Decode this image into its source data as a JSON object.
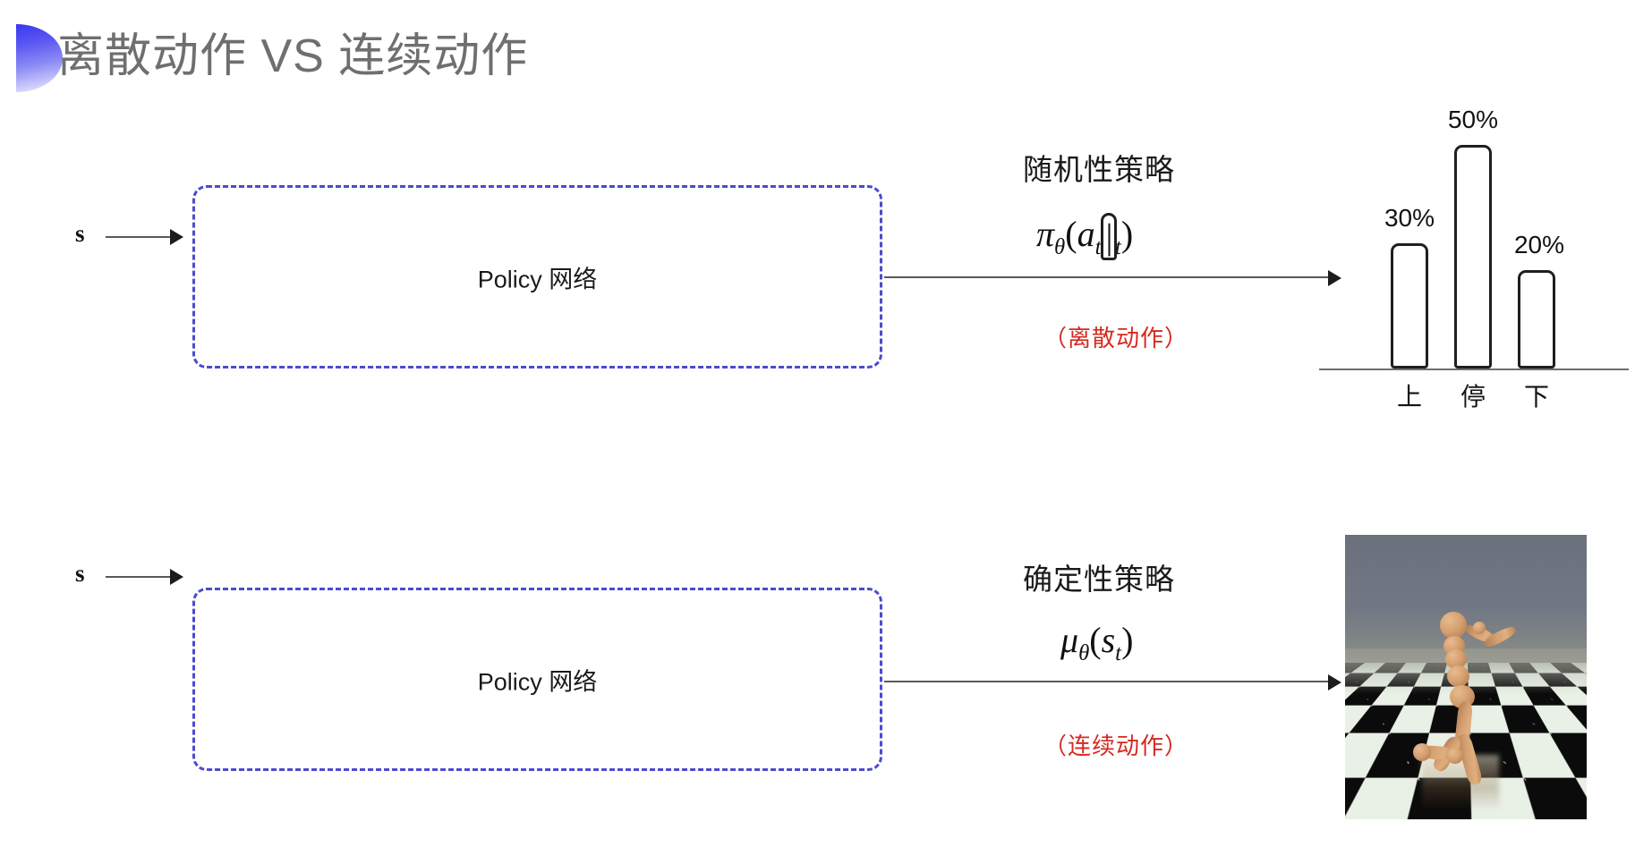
{
  "slide": {
    "title": "离散动作 VS 连续动作",
    "bullet_icon": "half-circle-gradient-icon",
    "title_color": "#6f6f6f",
    "accent_color": "#4b4bd0",
    "highlight_color": "#d42a20",
    "background": "#ffffff"
  },
  "rows": [
    {
      "input_label": "s",
      "box_label": "Policy 网络",
      "annotation_title": "随机性策略",
      "annotation_formula": {
        "symbol": "π",
        "subscript": "θ",
        "open": "(",
        "arg1": "a",
        "arg1_sub": "t",
        "separator": "|",
        "arg2": "s",
        "arg2_sub": "t",
        "close": ")",
        "plain": "πθ(at|st)"
      },
      "annotation_note": "（离散动作）",
      "output_kind": "bar-chart"
    },
    {
      "input_label": "s",
      "box_label": "Policy 网络",
      "annotation_title": "确定性策略",
      "annotation_formula": {
        "symbol": "μ",
        "subscript": "θ",
        "open": "(",
        "arg1": "s",
        "arg1_sub": "t",
        "close": ")",
        "plain": "μθ(st)"
      },
      "annotation_note": "（连续动作）",
      "output_kind": "humanoid-simulation-image"
    }
  ],
  "chart_data": {
    "type": "bar",
    "title": "",
    "xlabel": "",
    "ylabel": "",
    "categories": [
      "上",
      "停",
      "下"
    ],
    "values": [
      30,
      50,
      20
    ],
    "value_labels": [
      "30%",
      "50%",
      "20%"
    ],
    "ylim": [
      0,
      55
    ],
    "grid": false,
    "legend": null,
    "bar_style": {
      "fill": "#ffffff",
      "stroke": "#1f1f1f",
      "rounded_top": true
    },
    "axis_line_color": "#6e6e6e"
  },
  "simulation": {
    "description": "humanoid-kneeling-on-checkerboard-floor",
    "sky_color": "#6f7682",
    "floor_light": "#e9f0e6",
    "floor_dark": "#0b0b0b",
    "body_color": "#d6a071"
  }
}
